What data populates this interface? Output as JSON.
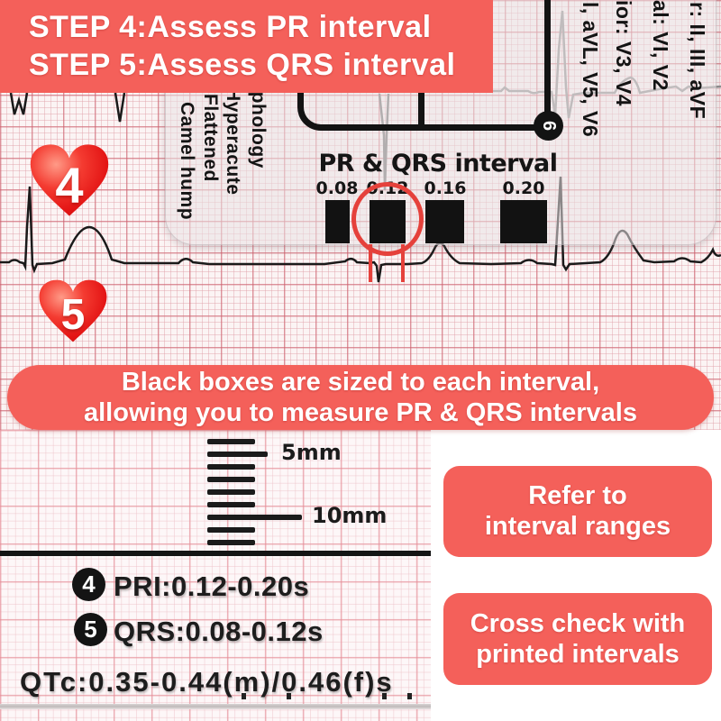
{
  "colors": {
    "banner_red": "#f4605a",
    "heart_red": "#e8201f",
    "highlight_red": "#e5413b",
    "box_black": "#121212"
  },
  "top_banner": {
    "line1": "STEP 4:Assess PR interval",
    "line2": "STEP 5:Assess QRS interval"
  },
  "ecg_card": {
    "morphology_labels": [
      "Camel hump",
      "Flattened",
      "Hyperacute",
      "rphology"
    ],
    "lead_labels": [
      "l, aVL, V5, V6",
      "ior: V3, V4",
      "al: VI, V2",
      "r: II, III, aVF"
    ],
    "step_marker": "6",
    "interval_section": {
      "title": "PR & QRS interval",
      "box_labels": [
        "0.08",
        "0.12",
        "0.16",
        "0.20"
      ],
      "highlighted_value": "0.12"
    }
  },
  "hearts": [
    {
      "number": "4"
    },
    {
      "number": "5"
    }
  ],
  "middle_banner": {
    "line1": "Black boxes are sized to each interval,",
    "line2": "allowing you to measure PR & QRS intervals"
  },
  "ruler": {
    "label_5mm": "5mm",
    "label_10mm": "10mm"
  },
  "interval_ranges": {
    "pri": {
      "marker": "4",
      "text": "PRI:0.12-0.20s"
    },
    "qrs": {
      "marker": "5",
      "text": "QRS:0.08-0.12s"
    },
    "qtc": "QTc:0.35-0.44(m)/0.46(f)s"
  },
  "callouts": [
    {
      "line1": "Refer to",
      "line2": "interval ranges"
    },
    {
      "line1": "Cross check with",
      "line2": "printed intervals"
    }
  ]
}
